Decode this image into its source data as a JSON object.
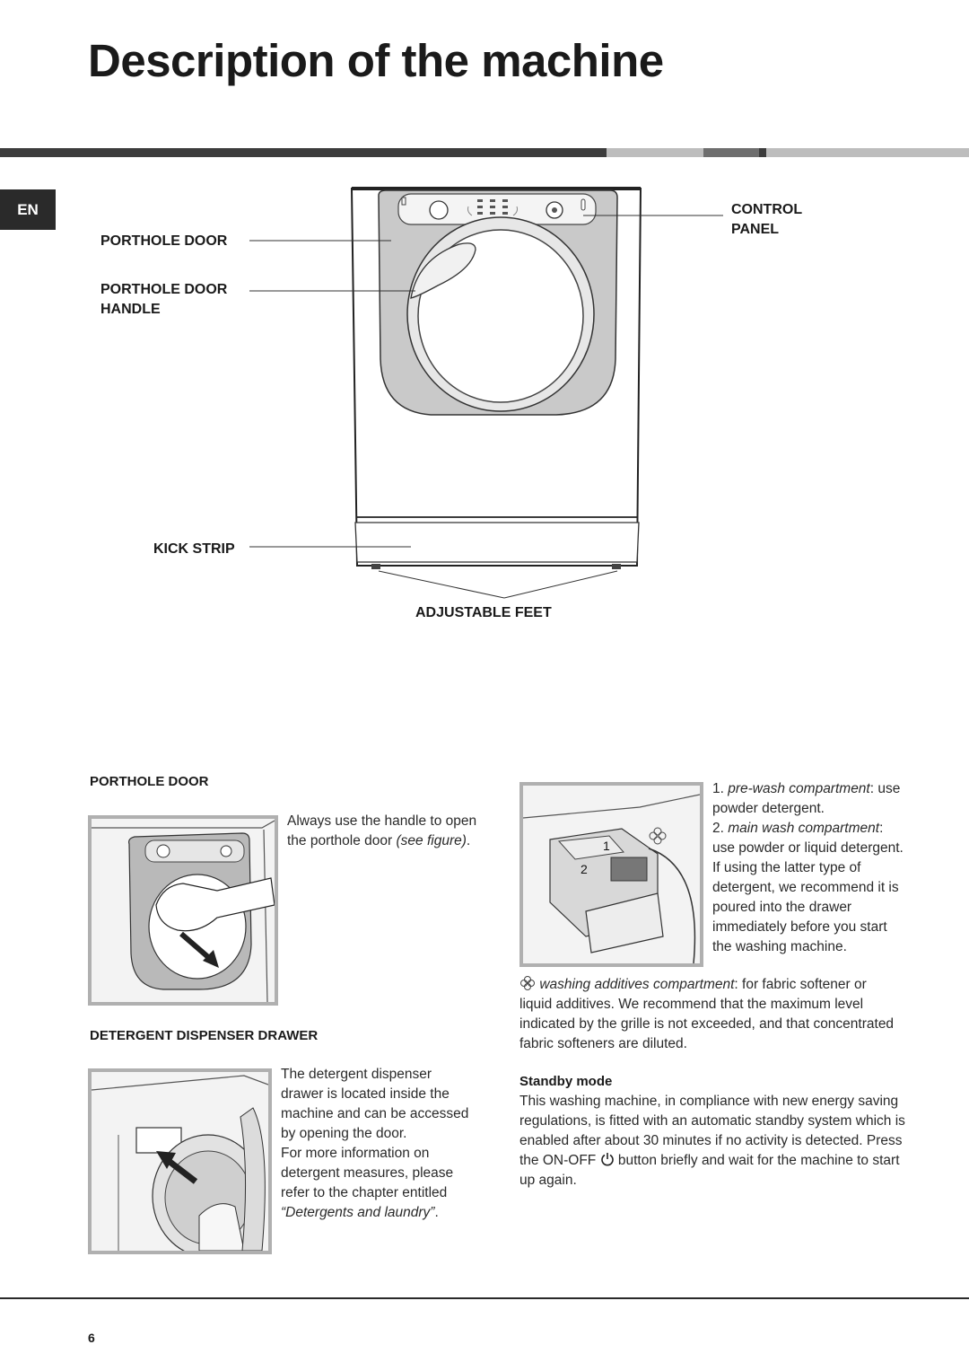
{
  "page": {
    "title": "Description of the machine",
    "language_tab": "EN",
    "page_number": "6",
    "colors": {
      "bar_dark": "#3c3c3c",
      "bar_mid": "#6e6e6e",
      "bar_light": "#bdbdbd",
      "text": "#1a1a1a"
    }
  },
  "diagram": {
    "labels": {
      "porthole_door": "PORTHOLE DOOR",
      "porthole_door_handle_line1": "PORTHOLE DOOR",
      "porthole_door_handle_line2": "HANDLE",
      "kick_strip": "KICK STRIP",
      "control_panel_line1": "CONTROL",
      "control_panel_line2": "PANEL",
      "adjustable_feet": "ADJUSTABLE FEET"
    }
  },
  "porthole_section": {
    "heading": "PORTHOLE DOOR",
    "text_part1": "Always use the handle to open the porthole door ",
    "text_italic": "(see figure)",
    "text_part2": "."
  },
  "drawer_section": {
    "heading": "DETERGENT DISPENSER DRAWER",
    "text1": "The detergent dispenser drawer is located inside the machine and can be accessed by opening the door.",
    "text2": "For more information on detergent measures, please refer to the chapter entitled ",
    "text2_italic": "“Detergents and laundry”",
    "text2_end": "."
  },
  "compartments": {
    "item1_number": "1. ",
    "item1_italic": "pre-wash compartment",
    "item1_text": ": use powder detergent.",
    "item2_number": "2. ",
    "item2_italic": "main wash compartment",
    "item2_text": ": use powder or liquid detergent. If using the latter type of detergent, we recommend it is poured into the drawer immediately before you start the washing machine.",
    "item3_italic": "washing additives compartment",
    "item3_text": ": for fabric softener or liquid additives. We recommend that the maximum level indicated by the grille is not exceeded, and that concentrated fabric softeners are diluted.",
    "figure_label_1": "1",
    "figure_label_2": "2"
  },
  "standby": {
    "heading": "Standby mode",
    "text_part1": "This washing machine, in compliance with new energy saving regulations, is fitted with an automatic standby system which is enabled after about 30 minutes if no activity is detected. Press the ON-OFF ",
    "text_part2": " button briefly and wait for the machine to start up again."
  }
}
